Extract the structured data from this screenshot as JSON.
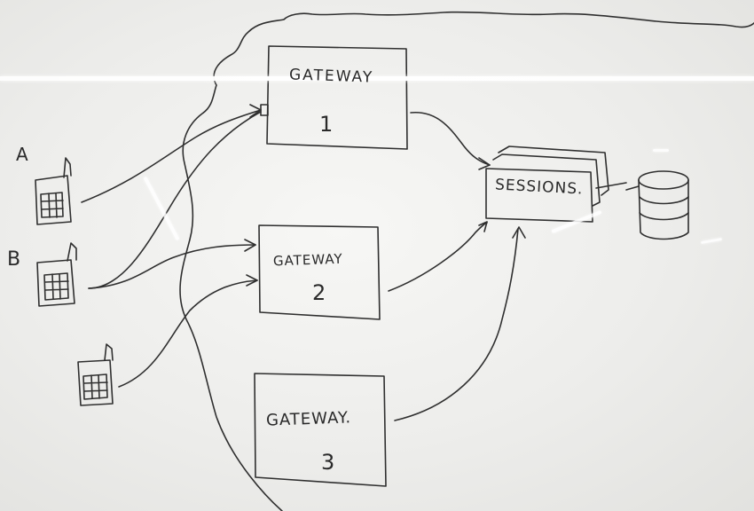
{
  "diagram": {
    "gateways": [
      {
        "title": "GATEWAY",
        "number": "1"
      },
      {
        "title": "GATEWAY",
        "number": "2"
      },
      {
        "title": "GATEWAY.",
        "number": "3"
      }
    ],
    "sessions_label": "SESSIONS.",
    "clients": [
      {
        "label": "A"
      },
      {
        "label": "B"
      },
      {
        "label": ""
      }
    ]
  },
  "colors": {
    "ink": "#2a2a2a",
    "board": "#efefed"
  }
}
